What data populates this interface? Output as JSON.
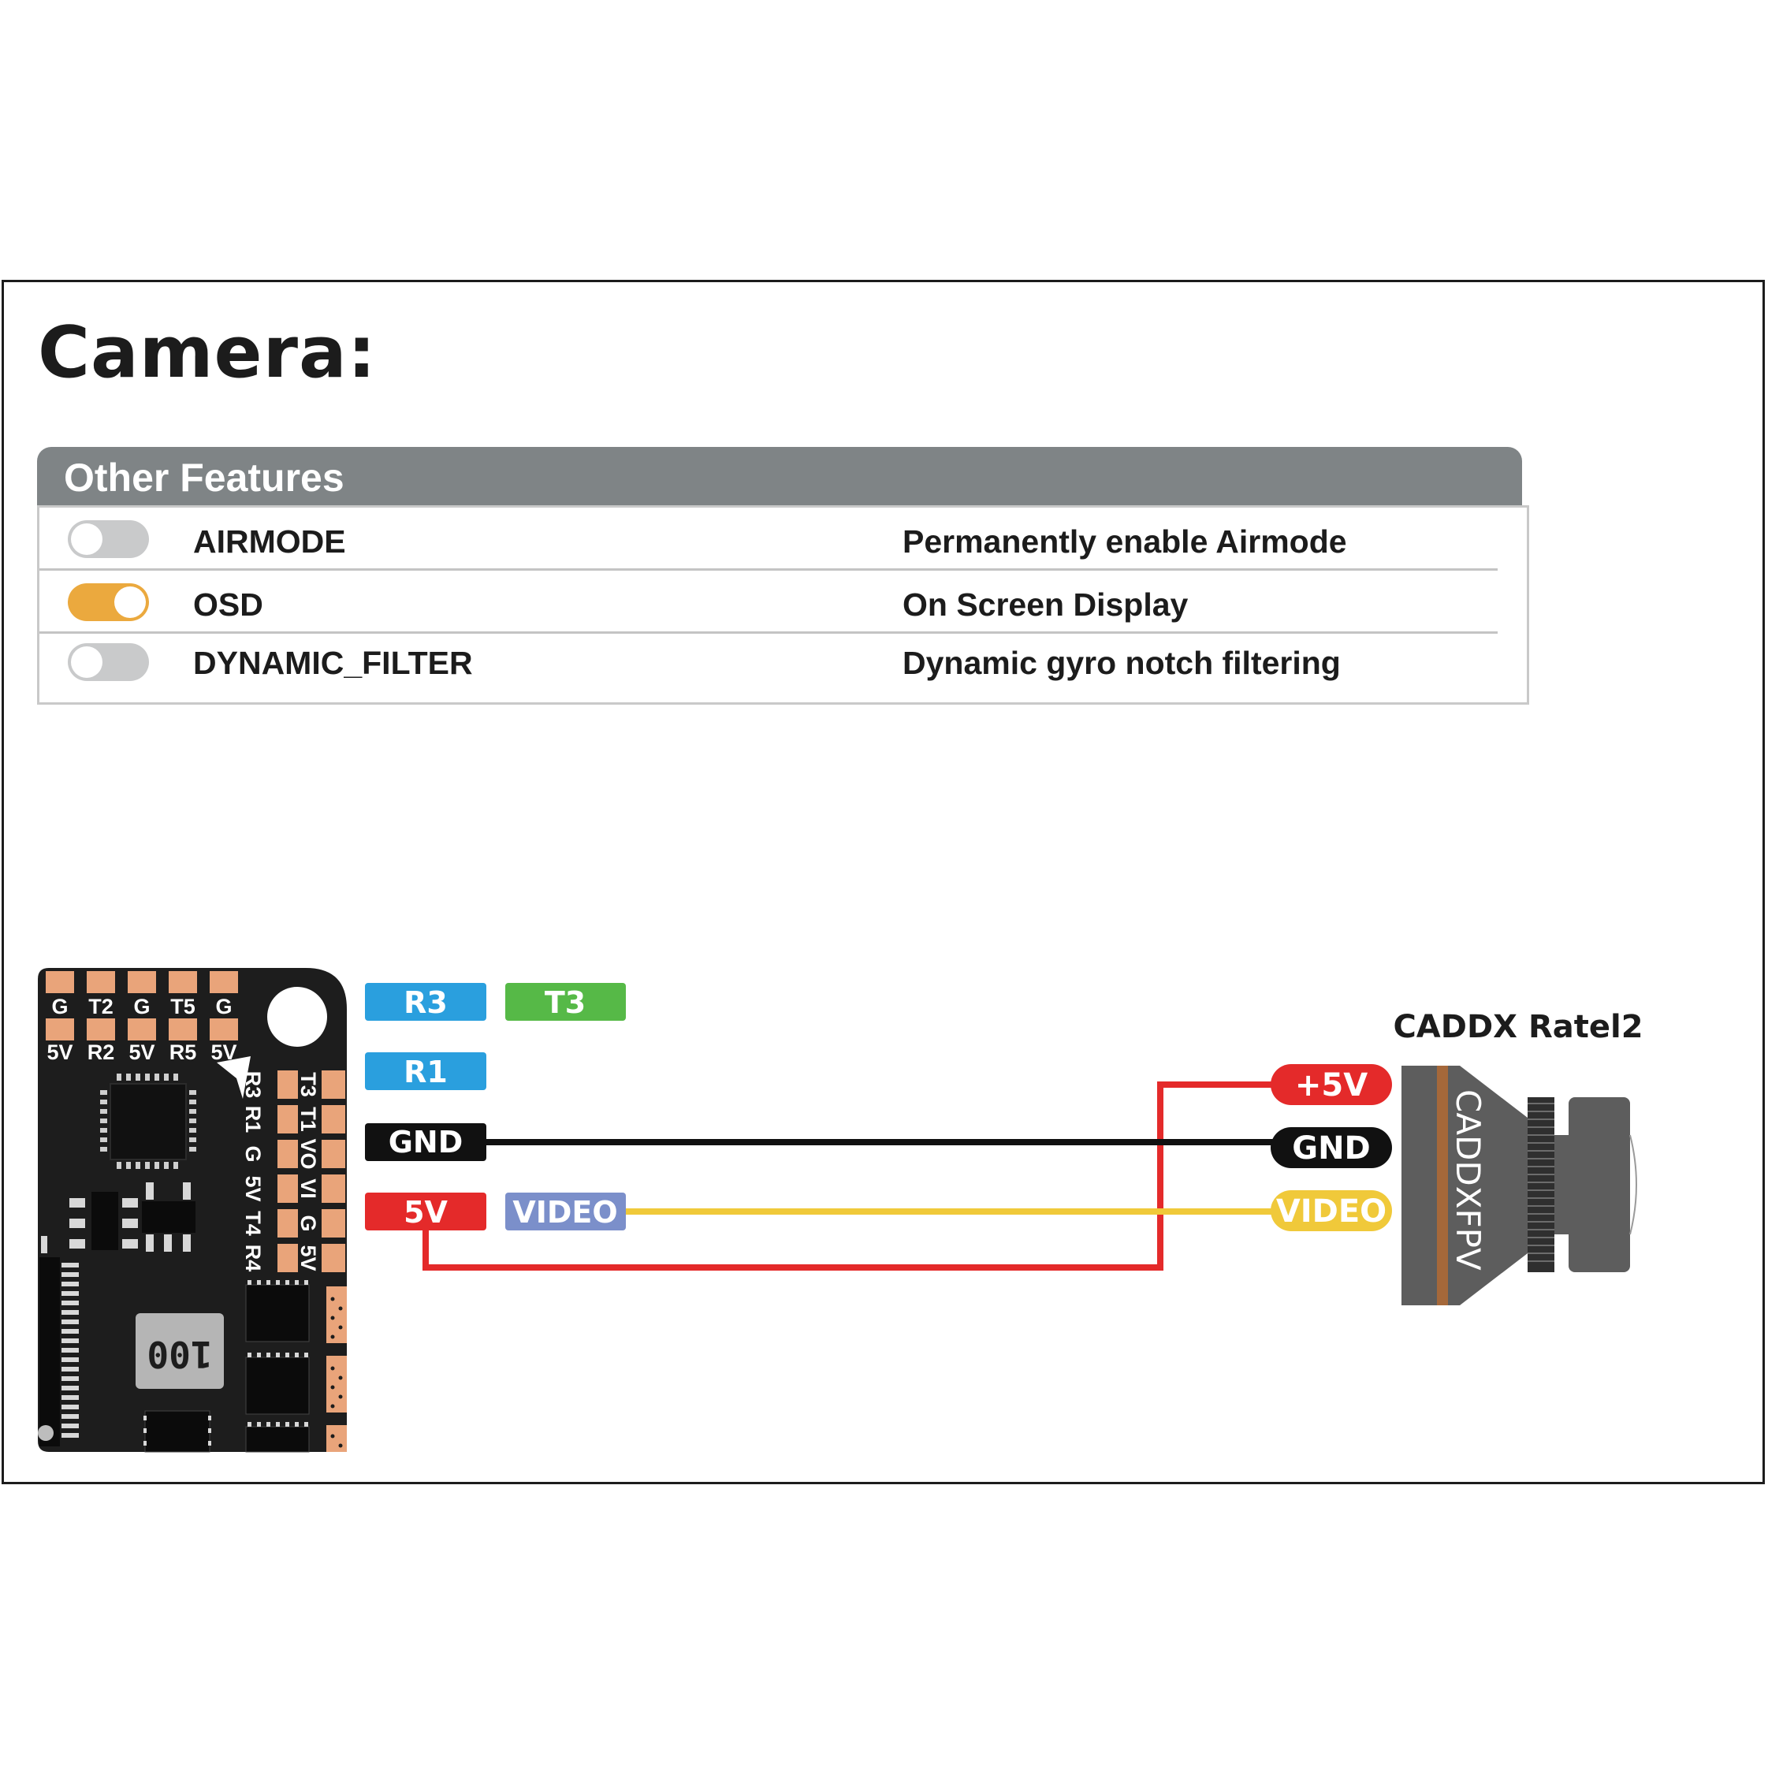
{
  "title": "Camera:",
  "features_panel": {
    "header": "Other Features",
    "rows": [
      {
        "name": "AIRMODE",
        "description": "Permanently enable Airmode",
        "enabled": false
      },
      {
        "name": "OSD",
        "description": "On Screen Display",
        "enabled": true
      },
      {
        "name": "DYNAMIC_FILTER",
        "description": "Dynamic gyro notch filtering",
        "enabled": false
      }
    ]
  },
  "colors": {
    "toggle_on": "#eba93e",
    "toggle_off": "#c9cacb",
    "wire_red": "#e42a2a",
    "wire_black": "#111111",
    "wire_yellow": "#f0c93a",
    "tag_blue": "#2a9fde",
    "tag_green": "#56b947",
    "tag_video": "#7b8fca",
    "pad_orange": "#e9a47a"
  },
  "fc_board": {
    "top_row_labels": [
      "G",
      "T2",
      "G",
      "T5",
      "G"
    ],
    "bottom_row_labels": [
      "5V",
      "R2",
      "5V",
      "R5",
      "5V"
    ],
    "side_left_labels": [
      "R3",
      "R1",
      "G",
      "5V",
      "T4",
      "R4"
    ],
    "side_right_labels": [
      "T3",
      "T1",
      "VO",
      "VI",
      "G",
      "5V"
    ],
    "chip_label": "100"
  },
  "fc_tags": {
    "r3": "R3",
    "t3": "T3",
    "r1": "R1",
    "gnd": "GND",
    "v5": "5V",
    "video": "VIDEO"
  },
  "camera": {
    "name": "CADDX Ratel2",
    "body_text": "CADDXFPV",
    "pins": {
      "plus5v": "+5V",
      "gnd": "GND",
      "video": "VIDEO"
    }
  }
}
